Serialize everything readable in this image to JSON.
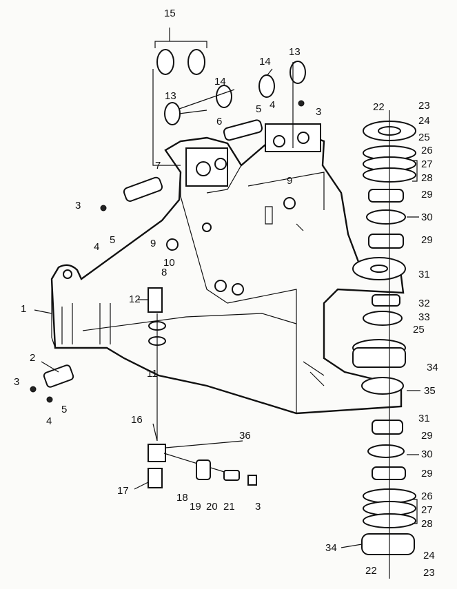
{
  "diagram": {
    "labels": [
      "15",
      "14",
      "13",
      "14",
      "13",
      "5",
      "4",
      "3",
      "6",
      "22",
      "23",
      "24",
      "25",
      "26",
      "27",
      "28",
      "29",
      "30",
      "29",
      "7",
      "9",
      "3",
      "4",
      "5",
      "9",
      "10",
      "8",
      "31",
      "32",
      "33",
      "25",
      "12",
      "1",
      "11",
      "34",
      "2",
      "35",
      "3",
      "5",
      "4",
      "31",
      "16",
      "36",
      "29",
      "30",
      "29",
      "17",
      "18",
      "19",
      "20",
      "21",
      "3",
      "26",
      "27",
      "28",
      "34",
      "24",
      "22",
      "23"
    ]
  }
}
